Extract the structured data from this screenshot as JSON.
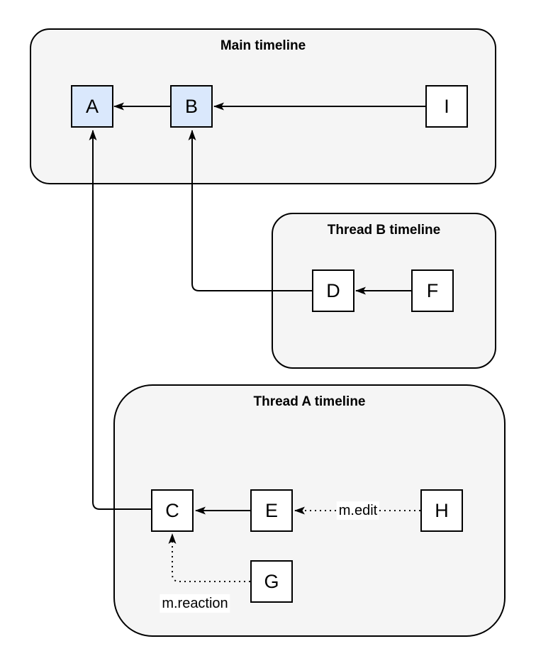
{
  "diagram": {
    "containers": {
      "main": {
        "title": "Main timeline"
      },
      "thread_b": {
        "title": "Thread B timeline"
      },
      "thread_a": {
        "title": "Thread A timeline"
      }
    },
    "nodes": {
      "A": {
        "label": "A",
        "highlighted": true,
        "container": "main"
      },
      "B": {
        "label": "B",
        "highlighted": true,
        "container": "main"
      },
      "I": {
        "label": "I",
        "highlighted": false,
        "container": "main"
      },
      "D": {
        "label": "D",
        "highlighted": false,
        "container": "thread_b"
      },
      "F": {
        "label": "F",
        "highlighted": false,
        "container": "thread_b"
      },
      "C": {
        "label": "C",
        "highlighted": false,
        "container": "thread_a"
      },
      "E": {
        "label": "E",
        "highlighted": false,
        "container": "thread_a"
      },
      "H": {
        "label": "H",
        "highlighted": false,
        "container": "thread_a"
      },
      "G": {
        "label": "G",
        "highlighted": false,
        "container": "thread_a"
      }
    },
    "edges": [
      {
        "from": "B",
        "to": "A",
        "style": "solid",
        "label": ""
      },
      {
        "from": "I",
        "to": "B",
        "style": "solid",
        "label": ""
      },
      {
        "from": "F",
        "to": "D",
        "style": "solid",
        "label": ""
      },
      {
        "from": "D",
        "to": "B",
        "style": "solid",
        "label": ""
      },
      {
        "from": "E",
        "to": "C",
        "style": "solid",
        "label": ""
      },
      {
        "from": "C",
        "to": "A",
        "style": "solid",
        "label": ""
      },
      {
        "from": "H",
        "to": "E",
        "style": "dotted",
        "label": "m.edit"
      },
      {
        "from": "G",
        "to": "C",
        "style": "dotted",
        "label": "m.reaction"
      }
    ],
    "colors": {
      "container_fill": "#f5f5f5",
      "node_highlight_fill": "#dae8fc",
      "node_fill": "#ffffff",
      "stroke": "#000000",
      "edge_label_bg": "#ffffff"
    }
  }
}
